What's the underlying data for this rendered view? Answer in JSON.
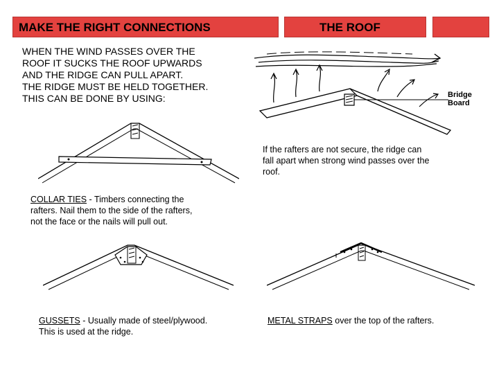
{
  "header": {
    "title": "MAKE THE RIGHT CONNECTIONS",
    "subtitle": "THE ROOF"
  },
  "intro": {
    "lines": [
      "WHEN THE WIND PASSES OVER THE",
      "ROOF IT SUCKS THE ROOF UPWARDS",
      "AND THE RIDGE CAN PULL APART.",
      "THE RIDGE MUST BE HELD TOGETHER.",
      "THIS CAN BE DONE BY USING:"
    ]
  },
  "bridge_figure": {
    "label_line1": "Bridge",
    "label_line2": "Board"
  },
  "rafters_note": {
    "lines": [
      "If the rafters are not secure, the ridge can",
      "fall apart when strong wind passes over the",
      "roof."
    ]
  },
  "collar_ties": {
    "term": "COLLAR TIES",
    "line1_rest": " - Timbers connecting the",
    "line2": "rafters. Nail them to the side of the rafters,",
    "line3": "not the face or the nails will pull out."
  },
  "gussets": {
    "term": "GUSSETS",
    "line1_rest": " - Usually made of steel/plywood.",
    "line2": "This is used at the ridge."
  },
  "metal_straps": {
    "term": "METAL STRAPS",
    "rest": " over the top of the rafters."
  },
  "colors": {
    "banner": "#e3423f"
  }
}
